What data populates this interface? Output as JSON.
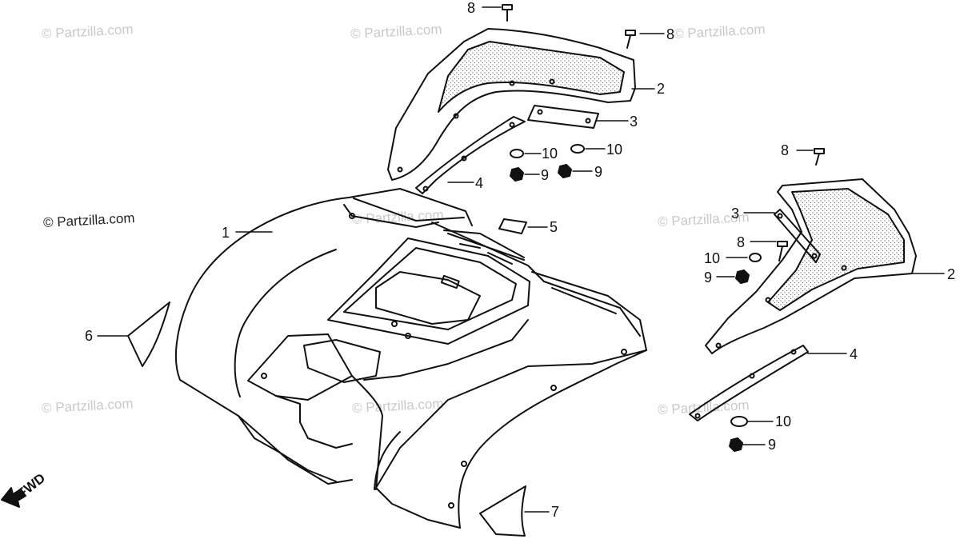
{
  "watermarks": [
    "© Partzilla.com",
    "© Partzilla.com",
    "© Partzilla.com",
    "© Partzilla.com",
    "© Partzilla.com",
    "© Partzilla.com",
    "© Partzilla.com",
    "© Partzilla.com"
  ],
  "watermark_main": "© Partzilla.com",
  "direction_label": "FWD",
  "callouts": {
    "c8a": "8",
    "c8b": "8",
    "c8c": "8",
    "c8d": "8",
    "c2a": "2",
    "c2b": "2",
    "c3a": "3",
    "c3b": "3",
    "c10a": "10",
    "c10b": "10",
    "c10c": "10",
    "c10d": "10",
    "c9a": "9",
    "c9b": "9",
    "c9c": "9",
    "c9d": "9",
    "c4a": "4",
    "c4b": "4",
    "c1": "1",
    "c5": "5",
    "c6": "6",
    "c7": "7"
  },
  "colors": {
    "line": "#111111",
    "stipple": "#555555",
    "watermark": "#c9c9c9"
  }
}
